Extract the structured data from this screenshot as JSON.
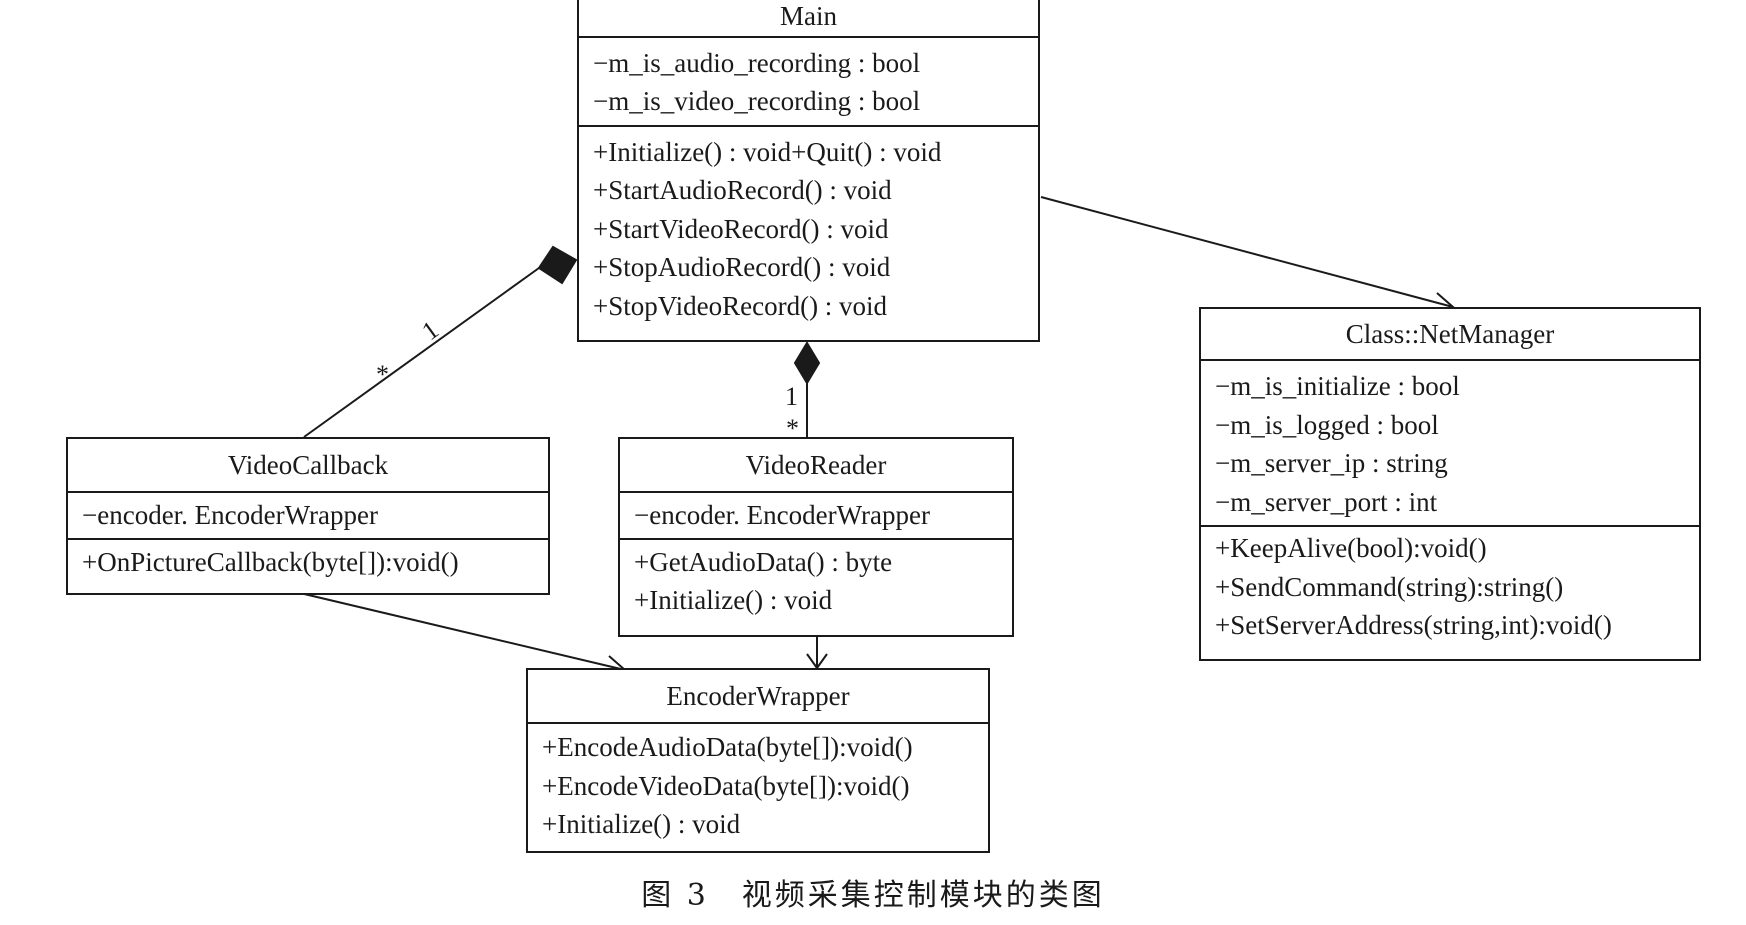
{
  "classes": {
    "main": {
      "name": "Main",
      "attributes": [
        "−m_is_audio_recording : bool",
        "−m_is_video_recording : bool"
      ],
      "methods": [
        "+Initialize() : void+Quit() : void",
        "+StartAudioRecord() : void",
        "+StartVideoRecord() : void",
        "+StopAudioRecord() : void",
        "+StopVideoRecord() : void"
      ]
    },
    "net_manager": {
      "name": "Class::NetManager",
      "attributes": [
        "−m_is_initialize : bool",
        "−m_is_logged : bool",
        "−m_server_ip : string",
        "−m_server_port : int"
      ],
      "methods": [
        "+KeepAlive(bool):void()",
        "+SendCommand(string):string()",
        "+SetServerAddress(string,int):void()"
      ]
    },
    "video_callback": {
      "name": "VideoCallback",
      "attributes": [
        "−encoder. EncoderWrapper"
      ],
      "methods": [
        "+OnPictureCallback(byte[]):void()"
      ]
    },
    "video_reader": {
      "name": "VideoReader",
      "attributes": [
        "−encoder. EncoderWrapper"
      ],
      "methods": [
        "+GetAudioData() : byte",
        "+Initialize() : void"
      ]
    },
    "encoder_wrapper": {
      "name": "EncoderWrapper",
      "methods": [
        "+EncodeAudioData(byte[]):void()",
        "+EncodeVideoData(byte[]):void()",
        "+Initialize() : void"
      ]
    }
  },
  "relations": {
    "main_video_callback": {
      "type": "composition",
      "whole_multiplicity": "1",
      "part_multiplicity": "*"
    },
    "main_video_reader": {
      "type": "composition",
      "whole_multiplicity": "1",
      "part_multiplicity": "*"
    },
    "main_net_manager": {
      "type": "association"
    },
    "video_callback_encoder_wrapper": {
      "type": "association"
    },
    "video_reader_encoder_wrapper": {
      "type": "association"
    }
  },
  "caption": "图 3　视频采集控制模块的类图"
}
